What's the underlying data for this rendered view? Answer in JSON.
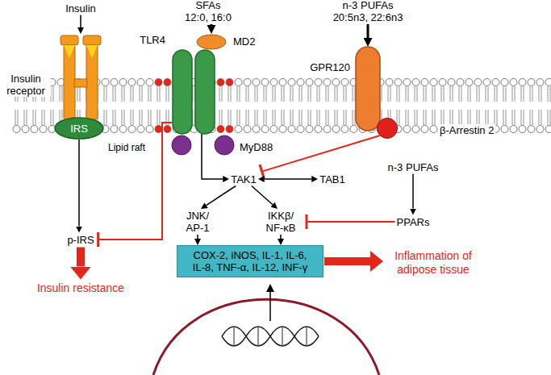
{
  "diagram": {
    "nodes": [
      {
        "text": [
          "Insulin"
        ]
      },
      {
        "text": [
          "Insulin receptor"
        ]
      },
      {
        "text": [
          "IRS"
        ]
      },
      {
        "text": [
          "p-IRS"
        ]
      },
      {
        "text": [
          "Insulin resistance"
        ]
      },
      {
        "text": [
          "SFAs",
          "12:0, 16:0"
        ]
      },
      {
        "text": [
          "MD2"
        ]
      },
      {
        "text": [
          "TLR4"
        ]
      },
      {
        "text": [
          "MyD88"
        ]
      },
      {
        "text": [
          "n-3 PUFAs",
          "20:5n3, 22:6n3"
        ]
      },
      {
        "text": [
          "GPR120"
        ]
      },
      {
        "text": [
          "β-Arrestin 2"
        ]
      },
      {
        "text": [
          "TAK1"
        ]
      },
      {
        "text": [
          "TAB1"
        ]
      },
      {
        "text": [
          "JNK/ AP-1"
        ]
      },
      {
        "text": [
          "IKKβ/ NF-κB"
        ]
      },
      {
        "text": [
          "n-3 PUFAs"
        ]
      },
      {
        "text": [
          "PPARs"
        ]
      },
      {
        "text": [
          "COX-2, iNOS, IL-1, IL-6, IL-8, TNF-α, IL-12, INF-γ"
        ]
      },
      {
        "text": [
          "Inflammation of adipose tissue"
        ]
      }
    ],
    "edges": [
      {
        "from": 0,
        "to": 1,
        "arrow": "to"
      },
      {
        "from": 2,
        "to": 3,
        "arrow": "to"
      },
      {
        "from": 3,
        "to": 4,
        "arrow": "to"
      },
      {
        "from": 5,
        "to": 6,
        "arrow": "to"
      },
      {
        "from": 9,
        "to": 10,
        "arrow": "to"
      },
      {
        "from": 7,
        "to": 12,
        "arrow": "to"
      },
      {
        "from": 7,
        "to": 3,
        "arrow": "to"
      },
      {
        "from": 11,
        "to": 12,
        "arrow": "to"
      },
      {
        "from": 12,
        "to": 13,
        "arrow": "both"
      },
      {
        "from": 12,
        "to": 14,
        "arrow": "to"
      },
      {
        "from": 12,
        "to": 15,
        "arrow": "to"
      },
      {
        "from": 14,
        "to": 18,
        "arrow": "to"
      },
      {
        "from": 15,
        "to": 18,
        "arrow": "to"
      },
      {
        "from": 16,
        "to": 17,
        "arrow": "to"
      },
      {
        "from": 17,
        "to": 15,
        "arrow": "to"
      },
      {
        "from": 18,
        "to": 19,
        "arrow": "to"
      }
    ],
    "labels": [
      "Lipid raft"
    ]
  }
}
